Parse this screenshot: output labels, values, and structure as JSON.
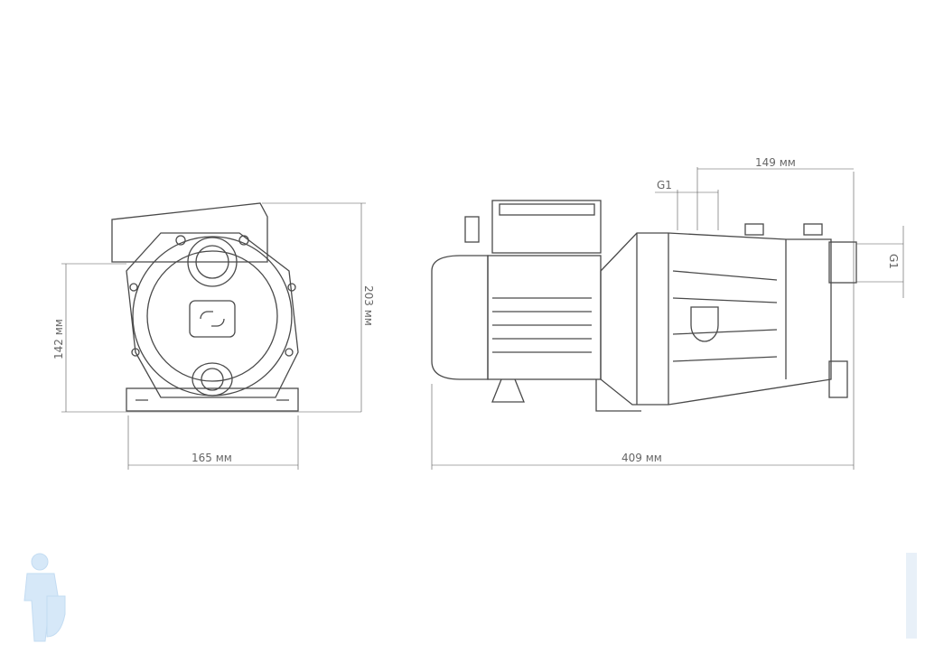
{
  "dimensions": {
    "width_front": "165 мм",
    "height_total": "203 мм",
    "height_axis": "142 мм",
    "length_total": "409 мм",
    "inlet_offset": "149 мм",
    "outlet_thread": "G1",
    "inlet_thread": "G1"
  },
  "colors": {
    "line": "#4a4a4a",
    "dim": "#666666",
    "watermark": "#cfe3f5"
  }
}
